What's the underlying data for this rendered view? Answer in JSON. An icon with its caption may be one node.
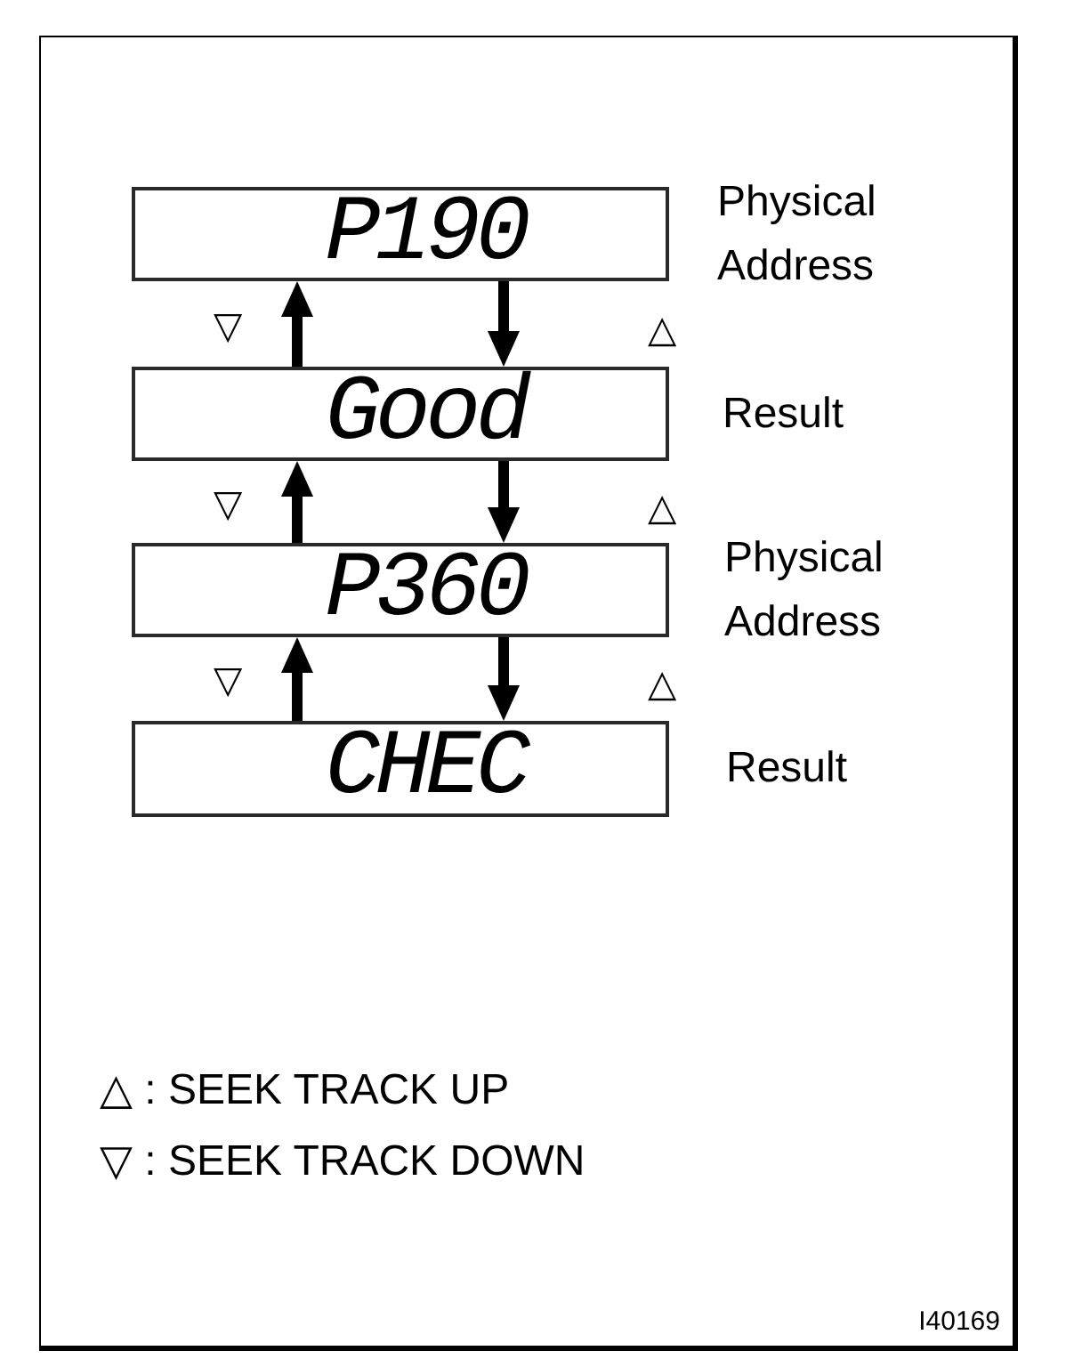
{
  "diagram": {
    "nodes": [
      {
        "text": [
          "P190"
        ],
        "beside": [
          "Physical Address"
        ]
      },
      {
        "text": [
          "Good"
        ],
        "beside": [
          "Result"
        ]
      },
      {
        "text": [
          "P360"
        ],
        "beside": [
          "Physical Address"
        ]
      },
      {
        "text": [
          "CHEC"
        ],
        "beside": [
          "Result"
        ]
      }
    ],
    "edges": [
      {
        "from": 1,
        "to": 0,
        "arrow": "to",
        "label": "▽"
      },
      {
        "from": 0,
        "to": 1,
        "arrow": "to",
        "label": "△"
      },
      {
        "from": 2,
        "to": 1,
        "arrow": "to",
        "label": "▽"
      },
      {
        "from": 1,
        "to": 2,
        "arrow": "to",
        "label": "△"
      },
      {
        "from": 3,
        "to": 2,
        "arrow": "to",
        "label": "▽"
      },
      {
        "from": 2,
        "to": 3,
        "arrow": "to",
        "label": "△"
      }
    ],
    "labels": [
      "I40169"
    ],
    "legend": [
      {
        "text": "△ : SEEK TRACK UP"
      },
      {
        "text": "▽ : SEEK TRACK DOWN"
      }
    ]
  }
}
